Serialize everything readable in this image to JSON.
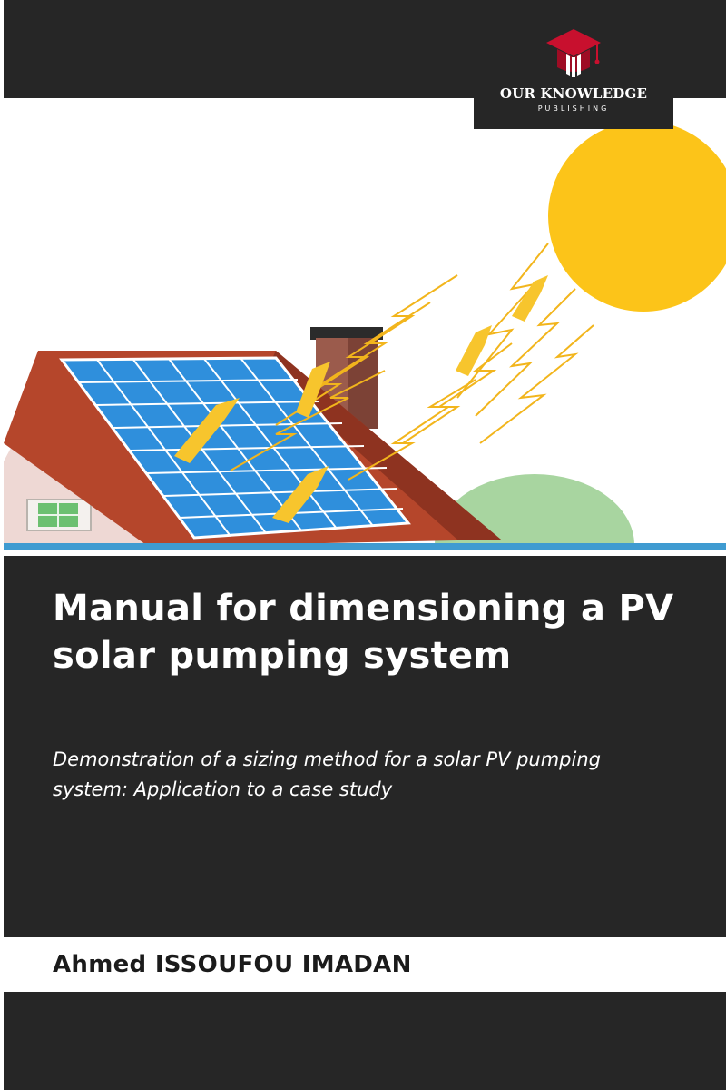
{
  "publisher": {
    "name": "OUR KNOWLEDGE",
    "imprint": "PUBLISHING",
    "logo_icon": "graduation-cap-icon"
  },
  "book": {
    "title": "Manual for dimensioning a PV solar pumping system",
    "subtitle": "Demonstration of a sizing method for a solar PV pumping system: Application to a case study",
    "author": "Ahmed ISSOUFOU IMADAN"
  },
  "colors": {
    "band": "#262626",
    "sun": "#fcc419",
    "panel": "#2f8fdc",
    "roof": "#b5462b",
    "logo_accent": "#c8102e"
  }
}
